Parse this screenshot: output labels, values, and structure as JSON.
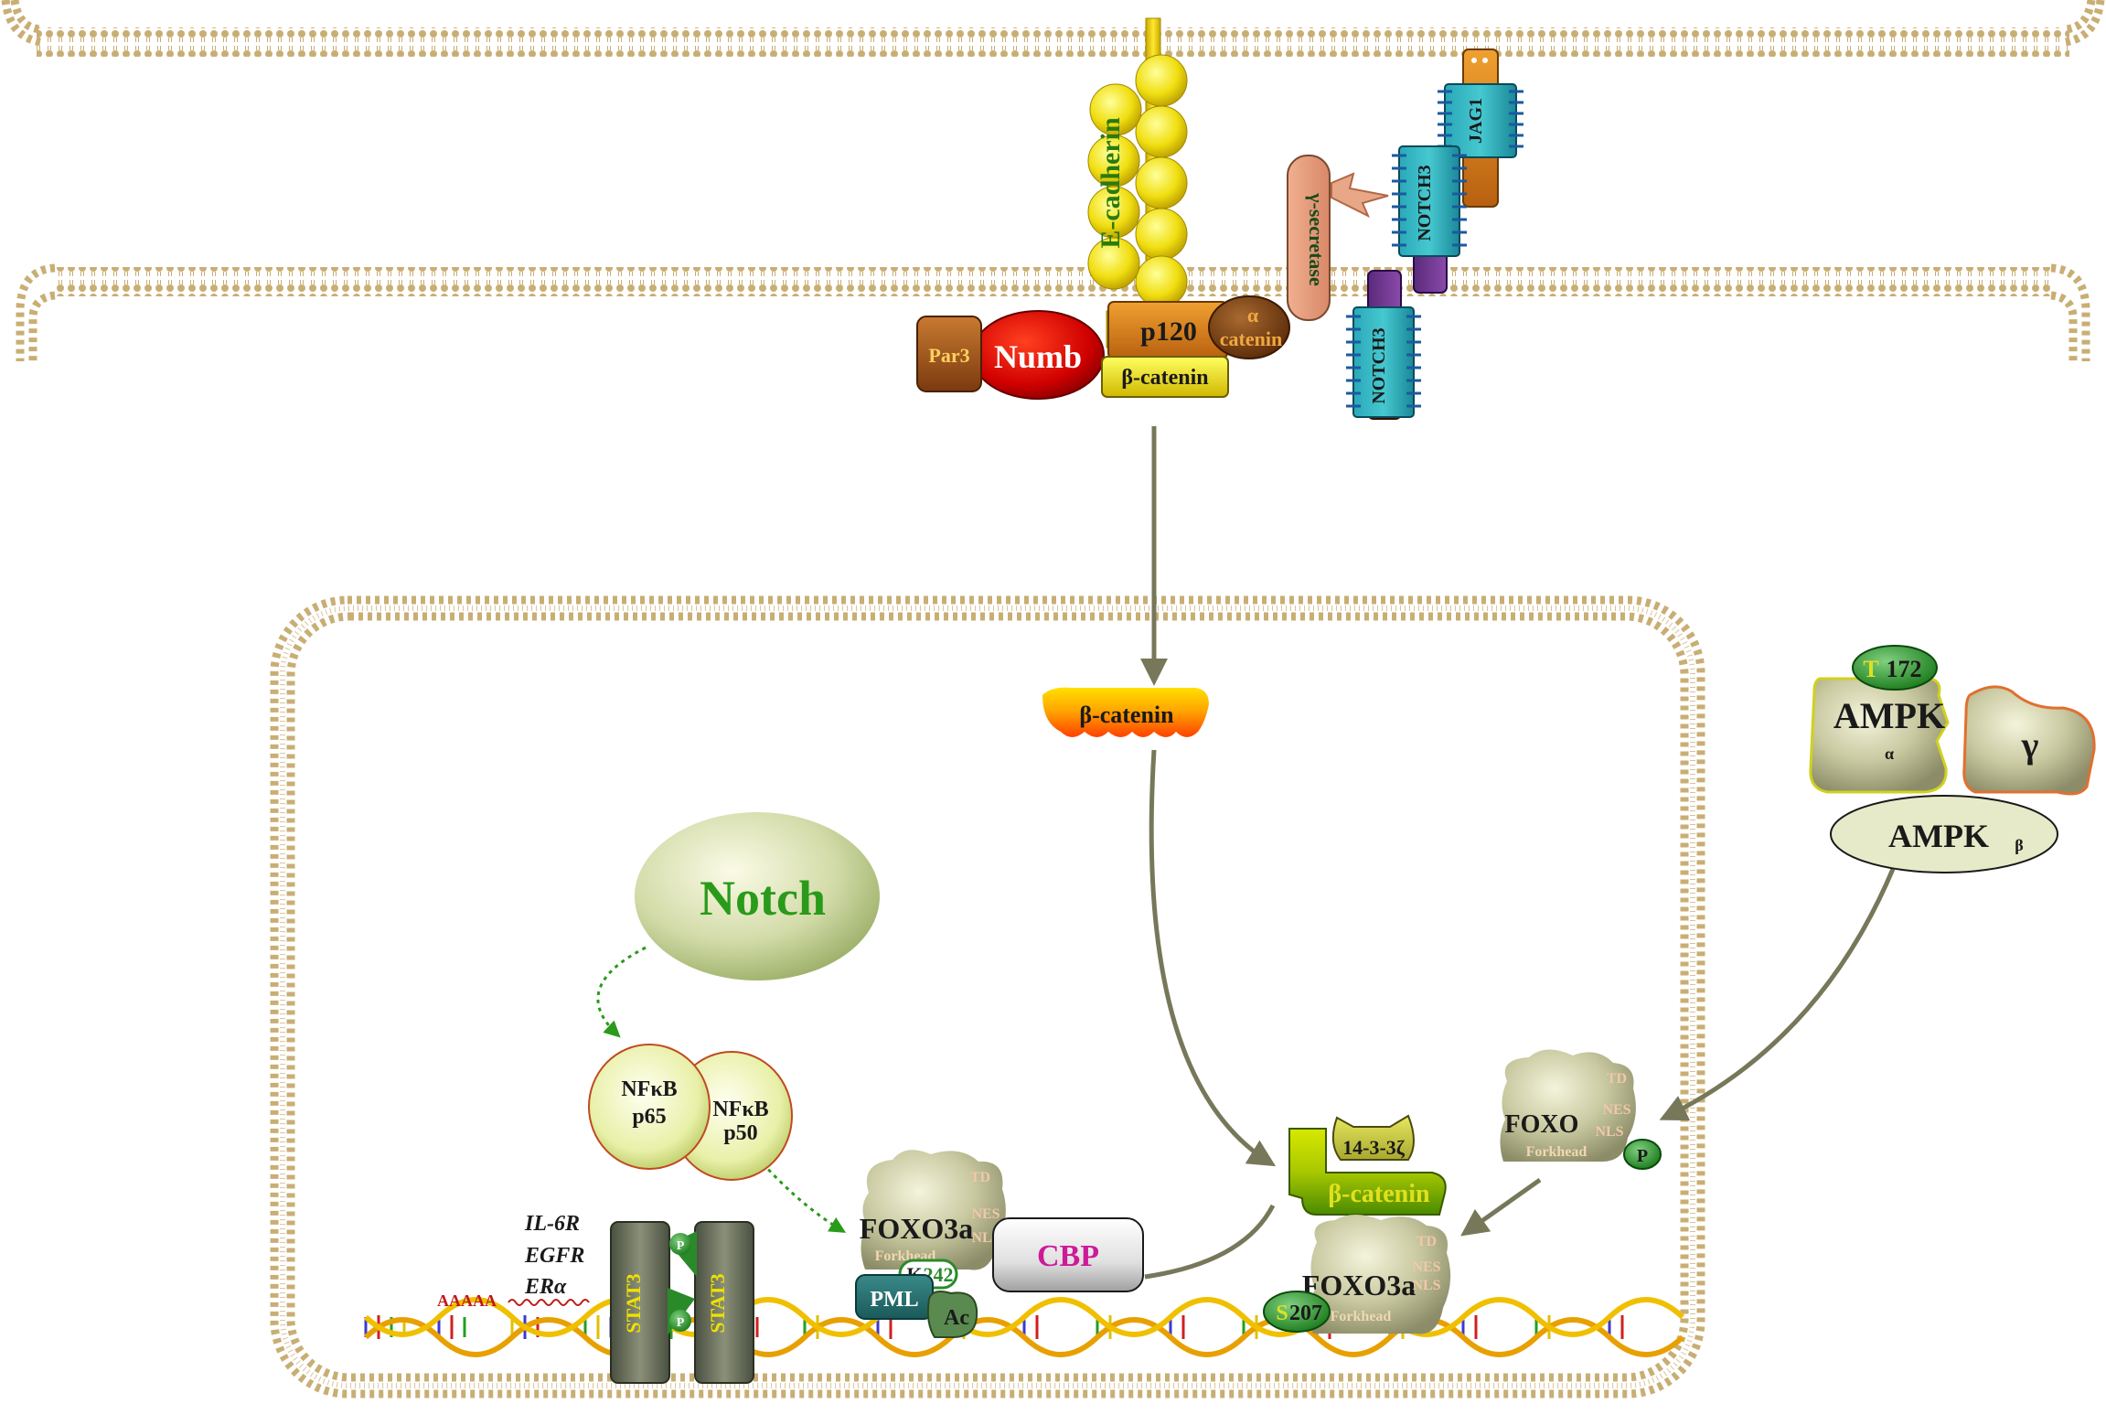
{
  "labels": {
    "par3": "Par3",
    "numb": "Numb",
    "ecadherin": "E-cadherin",
    "p120": "p120",
    "alpha": "α",
    "catenin": "catenin",
    "betacatenin_membrane": "β-catenin",
    "gamma_secretase": "γ-secretase",
    "notch3_top": "NOTCH3",
    "jag1": "JAG1",
    "notch3_bottom": "NOTCH3",
    "betacatenin_cyto": "β-catenin",
    "notch": "Notch",
    "nfkb_a": "NFκB",
    "p65": "p65",
    "nfkb_b": "NFκB",
    "p50": "p50",
    "foxo3a_left": "FOXO3a",
    "forkhead_left": "Forkhead",
    "td_left": "TD",
    "nes_left": "NES",
    "nls_left": "NLS",
    "k242_k": "K",
    "k242_num": "242",
    "pml": "PML",
    "ac": "Ac",
    "cbp": "CBP",
    "il6r": "IL-6R",
    "egfr": "EGFR",
    "era": "ERα",
    "aaaaa": "AAAAA",
    "stat3_left": "STAT3",
    "stat3_right": "STAT3",
    "p": "P",
    "fourteen33": "14-3-3ζ",
    "betacatenin_nuclear": "β-catenin",
    "foxo3a_right": "FOXO3a",
    "forkhead_right": "Forkhead",
    "td_right": "TD",
    "nes_right": "NES",
    "nls_right": "NLS",
    "s207_s": "S",
    "s207_num": "207",
    "foxo": "FOXO",
    "forkhead_foxo": "Forkhead",
    "td_foxo": "TD",
    "nes_foxo": "NES",
    "nls_foxo": "NLS",
    "t172_t": "T",
    "t172_num": "172",
    "ampk_alpha_main": "AMPK",
    "ampk_alpha_sub": "α",
    "gamma": "γ",
    "ampk_beta_main": "AMPK",
    "ampk_beta_sub": "β"
  },
  "colors": {
    "membrane": "#c8b07a",
    "arrow": "#77775a",
    "green_arrow": "#2a9a1a",
    "notch_text": "#2a9a1a",
    "cbp_text": "#cc1a99",
    "numb_text": "#ffffff"
  }
}
